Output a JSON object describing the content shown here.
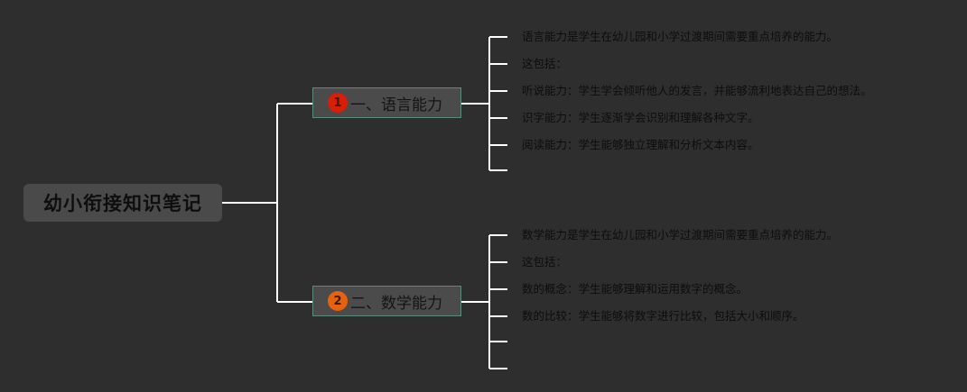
{
  "root": {
    "label": "幼小衔接知识笔记"
  },
  "colors": {
    "background": "#2e2e2e",
    "connector": "#ffffff",
    "badge_1": "#d81e06",
    "badge_2": "#e8620e",
    "branch_border": "#5b8b78"
  },
  "branches": [
    {
      "badge": "1",
      "label": "一、语言能力",
      "leaves": [
        "语言能力是学生在幼儿园和小学过渡期间需要重点培养的能力。",
        "这包括：",
        "听说能力：学生学会倾听他人的发言，并能够流利地表达自己的想法。",
        "识字能力：学生逐渐学会识别和理解各种文字。",
        "阅读能力：学生能够独立理解和分析文本内容。",
        ""
      ]
    },
    {
      "badge": "2",
      "label": "二、数学能力",
      "leaves": [
        "数学能力是学生在幼儿园和小学过渡期间需要重点培养的能力。",
        "这包括：",
        "数的概念：学生能够理解和运用数字的概念。",
        "数的比较：学生能够将数字进行比较，包括大小和顺序。",
        "",
        ""
      ]
    }
  ]
}
